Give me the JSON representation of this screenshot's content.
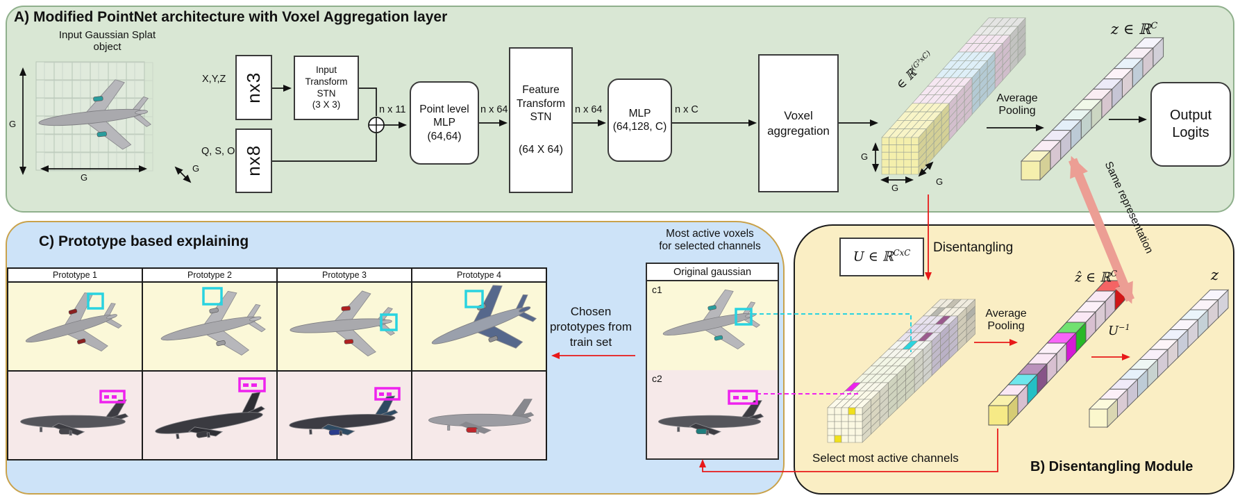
{
  "colors": {
    "panel_a_bg": "#d9e7d4",
    "panel_a_border": "#8fb08c",
    "panel_b_bg": "#faeec4",
    "panel_b_border": "#1b1b1b",
    "panel_c_bg": "#cde3f8",
    "panel_c_border": "#c9a24b",
    "cell_yellow_bg": "#fbf8d8",
    "cell_pink_bg": "#f6e9e9",
    "cyan_highlight": "#29d3e0",
    "magenta_highlight": "#ee22ee",
    "red_connector": "#e81919",
    "pink_arrow": "#ec9e94"
  },
  "panel_a": {
    "title": "A) Modified PointNet architecture with Voxel Aggregation layer",
    "input_object_label": "Input Gaussian Splat object",
    "g_left": "G",
    "g_bottom": "G",
    "g_depth": "G",
    "xyz": "X,Y,Z",
    "qso": "Q, S, O",
    "nx3": "nx3",
    "nx8": "nx8",
    "input_stn": {
      "l1": "Input",
      "l2": "Transform",
      "l3": "STN",
      "l4": "(3 X 3)"
    },
    "n_x_11": "n x 11",
    "point_mlp": {
      "l1": "Point level",
      "l2": "MLP",
      "l3": "(64,64)"
    },
    "n_x_64_a": "n x 64",
    "feature_stn": {
      "l1": "Feature",
      "l2": "Transform",
      "l3": "STN",
      "l4": "(64 X 64)"
    },
    "n_x_64_b": "n x 64",
    "mlp": {
      "l1": "MLP",
      "l2": "(64,128, C)"
    },
    "n_x_c": "n x C",
    "voxel_agg": {
      "l1": "Voxel",
      "l2": "aggregation"
    },
    "tensor_label_prefix": "∈ ℝ",
    "tensor_label_sup": "(G³xC)",
    "tensor_g_left": "G",
    "tensor_g_bottom": "G",
    "tensor_g_depth": "G",
    "avg_pool": {
      "l1": "Average",
      "l2": "Pooling"
    },
    "z_label_prefix": "z ∈ ℝ",
    "z_label_sup": "C",
    "output_logits": {
      "l1": "Output",
      "l2": "Logits"
    },
    "same_repr": "Same representation"
  },
  "panel_b": {
    "u_prefix": "U ∈ ℝ",
    "u_sup": "CxC",
    "disentangling": "Disentangling",
    "avg_pool": {
      "l1": "Average",
      "l2": "Pooling"
    },
    "zhat_prefix": "ẑ ∈ ℝ",
    "zhat_sup": "C",
    "u_inv_base": "U",
    "u_inv_sup": "−1",
    "z_label": "z",
    "select_channels": "Select most active channels",
    "title": "B) Disentangling Module"
  },
  "panel_c": {
    "title": "C) Prototype based explaining",
    "prototypes": [
      "Prototype 1",
      "Prototype 2",
      "Prototype 3",
      "Prototype 4"
    ],
    "chosen": {
      "l1": "Chosen",
      "l2": "prototypes from",
      "l3": "train set"
    }
  },
  "gaussian_box": {
    "caption_l1": "Most active voxels",
    "caption_l2": "for selected channels",
    "header": "Original gaussian",
    "c1": "c1",
    "c2": "c2"
  },
  "cubes": {
    "tensor_a": {
      "colors": [
        "#f4efac",
        "#f4efac",
        "#f4efac",
        "#f4efac",
        "#f2dcec",
        "#f2dcec",
        "#f2dcec",
        "#cfe8f4",
        "#cfe8f4",
        "#cfe8f4",
        "#efd9e9",
        "#efd9e9",
        "#e0e0de",
        "#d8d8d6"
      ],
      "highlights": []
    },
    "z_top": {
      "colors": [
        "#f5efad",
        "#f7e4f0",
        "#e7e1f3",
        "#d8e8f6",
        "#dff1ea",
        "#eaf6df",
        "#f7e4ee",
        "#e4e2f5",
        "#fceef4",
        "#ddecf8",
        "#f5e7f0",
        "#f1eff9"
      ]
    },
    "tensor_b": {
      "colors": [
        "#fbf8e2",
        "#f9f6dd",
        "#f4f3e0",
        "#eef2da",
        "#eef2da",
        "#eef2da",
        "#f0f1e4",
        "#eff0ea",
        "#ded6e8",
        "#d6cce4",
        "#ded6e8",
        "#efe9d4",
        "#e8e2d0"
      ],
      "highlights": [
        {
          "face": "front",
          "step": 0,
          "r": 0,
          "c": 3,
          "color": "#f0e01c"
        },
        {
          "face": "front",
          "step": 0,
          "r": 4,
          "c": 1,
          "color": "#f0e01c"
        },
        {
          "face": "top",
          "step": 2,
          "idx": 0,
          "color": "#ee22ee"
        },
        {
          "face": "front",
          "step": 3,
          "r": 2,
          "c": 4,
          "color": "#ee22ee"
        },
        {
          "face": "front",
          "step": 5,
          "r": 2,
          "c": 4,
          "color": "#2ecc2e"
        },
        {
          "face": "top",
          "step": 7,
          "idx": 2,
          "color": "#2bd5de"
        },
        {
          "face": "top",
          "step": 8,
          "idx": 3,
          "color": "#9a5a8e"
        },
        {
          "face": "top",
          "step": 10,
          "idx": 3,
          "color": "#9a5a8e"
        },
        {
          "face": "top",
          "step": 11,
          "idx": 1,
          "color": "#b8b8b0"
        },
        {
          "face": "right",
          "step": 12,
          "idx": 1,
          "color": "#b0b0a8"
        },
        {
          "face": "top",
          "step": 12,
          "idx": 2,
          "color": "#c4c0b2"
        }
      ]
    },
    "zhat": {
      "colors": [
        "#f6ea86",
        "#f8ddf0",
        "#29dbe3",
        "#9a5f9c",
        "#f8ddf0",
        "#fbe9f4",
        "#f51df5",
        "#2ed32e",
        "#f8ddf0",
        "#fbe9f4",
        "#f6dff0",
        "#ef1b1b"
      ]
    },
    "z_b": {
      "colors": [
        "#fbf7cd",
        "#fbe9f4",
        "#e9e2f4",
        "#daeaf7",
        "#e6f3ef",
        "#f4e9f6",
        "#fcf0f4",
        "#e6eaf9",
        "#f6f0f9",
        "#e2f0f7",
        "#f8eef4",
        "#f4f1fc"
      ]
    }
  }
}
